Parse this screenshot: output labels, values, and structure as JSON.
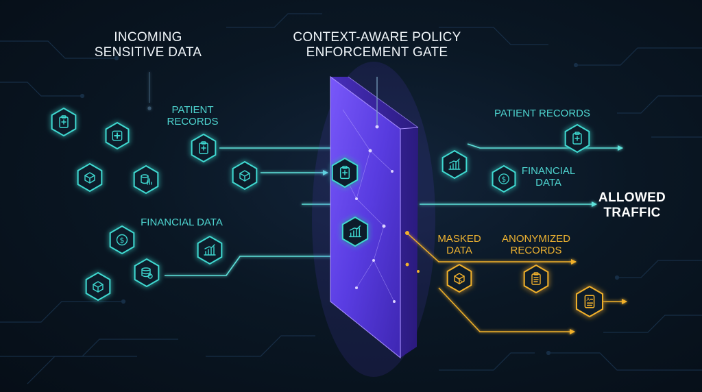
{
  "colors": {
    "teal": "#3fd9d1",
    "amber": "#f2b12c",
    "gate": "#6c4cff",
    "background": "#08121c"
  },
  "headings": {
    "incoming": [
      "INCOMING",
      "SENSITIVE DATA"
    ],
    "gate": [
      "CONTEXT-AWARE POLICY",
      "ENFORCEMENT GATE"
    ]
  },
  "labels": {
    "patient_records_in": [
      "PATIENT",
      "RECORDS"
    ],
    "financial_data_in": [
      "FINANCIAL DATA"
    ],
    "patient_records_out": [
      "PATIENT RECORDS"
    ],
    "financial_data_out": [
      "FINANCIAL",
      "DATA"
    ],
    "allowed_traffic": [
      "ALLOWED",
      "TRAFFIC"
    ],
    "masked_data": [
      "MASKED",
      "DATA"
    ],
    "anonymized_records": [
      "ANONYMIZED",
      "RECORDS"
    ]
  },
  "icons": {
    "incoming": [
      "clipboard-medical-icon",
      "medical-cross-icon",
      "clipboard-medical-icon",
      "cube-icon",
      "database-chart-icon",
      "cube-icon",
      "dollar-icon",
      "bar-chart-icon",
      "database-coin-icon",
      "cube-icon"
    ],
    "in_gate": [
      "clipboard-medical-icon",
      "bar-chart-icon"
    ],
    "allowed": [
      "bar-chart-icon",
      "clipboard-medical-icon",
      "dollar-icon"
    ],
    "masked": [
      "cube-masked-icon",
      "clipboard-icon",
      "anonymized-document-icon"
    ]
  }
}
